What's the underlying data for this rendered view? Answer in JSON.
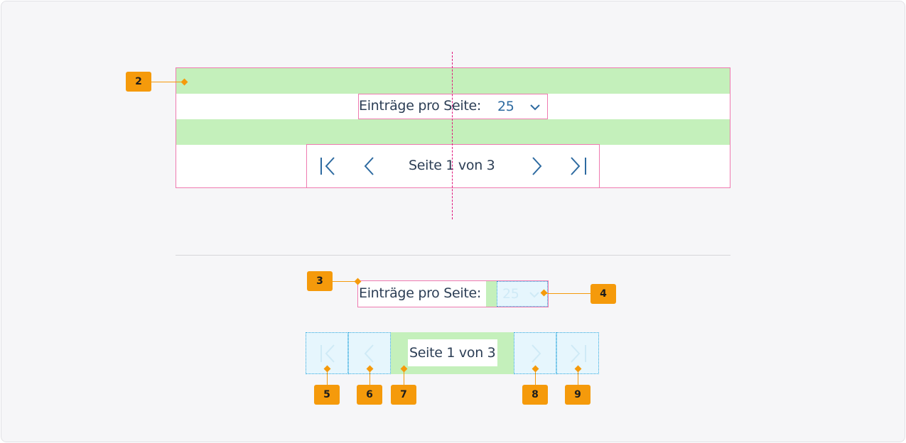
{
  "top_example": {
    "per_page_label": "Einträge pro Seite:",
    "per_page_value": "25",
    "page_status": "Seite 1 von 3"
  },
  "bottom_example": {
    "per_page_label": "Einträge pro Seite:",
    "per_page_value": "25",
    "page_status": "Seite 1 von 3"
  },
  "markers": [
    "2",
    "3",
    "4",
    "5",
    "6",
    "7",
    "8",
    "9"
  ],
  "icons": [
    "first-page-icon",
    "previous-page-icon",
    "next-page-icon",
    "last-page-icon",
    "chevron-down-icon"
  ],
  "colors": {
    "frame_background": "#f6f6f8",
    "spacing_green": "#c4f0bb",
    "outline_pink": "#ef7ab0",
    "marker_orange": "#f59a0b",
    "hit_area_fill": "#e6f6fd",
    "hit_area_border": "#2aa7de",
    "icon_blue": "#2d6aa0",
    "text_dark": "#2c3e55"
  }
}
